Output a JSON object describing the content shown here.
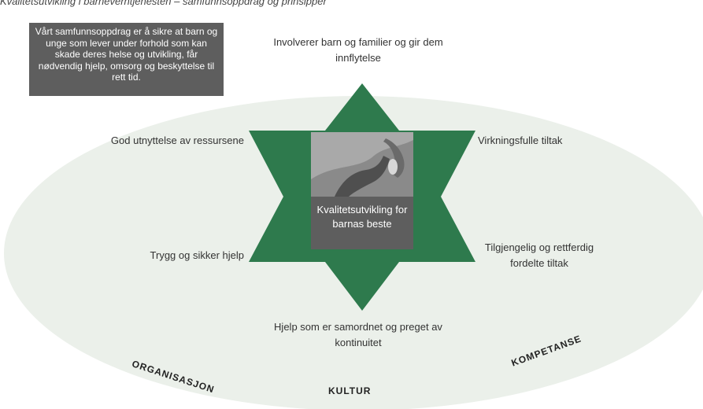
{
  "caption": "Kvalitetsutvikling i barneverntjenesten – samfunnsoppdrag og prinsipper",
  "mission": "Vårt samfunnsoppdrag er å sikre at barn og unge som lever under forhold som kan skade deres helse og utvikling, får nødvendig hjelp, omsorg og beskyttelse til rett tid.",
  "spokes": {
    "top": "Involverer barn og familier og gir dem innflytelse",
    "left_top": "God utnyttelse av ressursene",
    "left_bottom": "Trygg og sikker hjelp",
    "right_top": "Virkningsfulle tiltak",
    "right_bottom": "Tilgjengelig og rettferdig fordelte tiltak",
    "bottom": "Hjelp som er samordnet og preget av kontinuitet"
  },
  "center": {
    "label": "Kvalitetsutvikling for barnas beste",
    "photo": "photo-hands"
  },
  "foundations": {
    "left": "ORGANISASJON",
    "middle": "KULTUR",
    "right": "KOMPETANSE"
  },
  "colors": {
    "star": "#2e7a4d",
    "ellipse": "#ebf0ea",
    "mission_box": "#5e5e5e",
    "center_box": "#5e5e5e"
  }
}
